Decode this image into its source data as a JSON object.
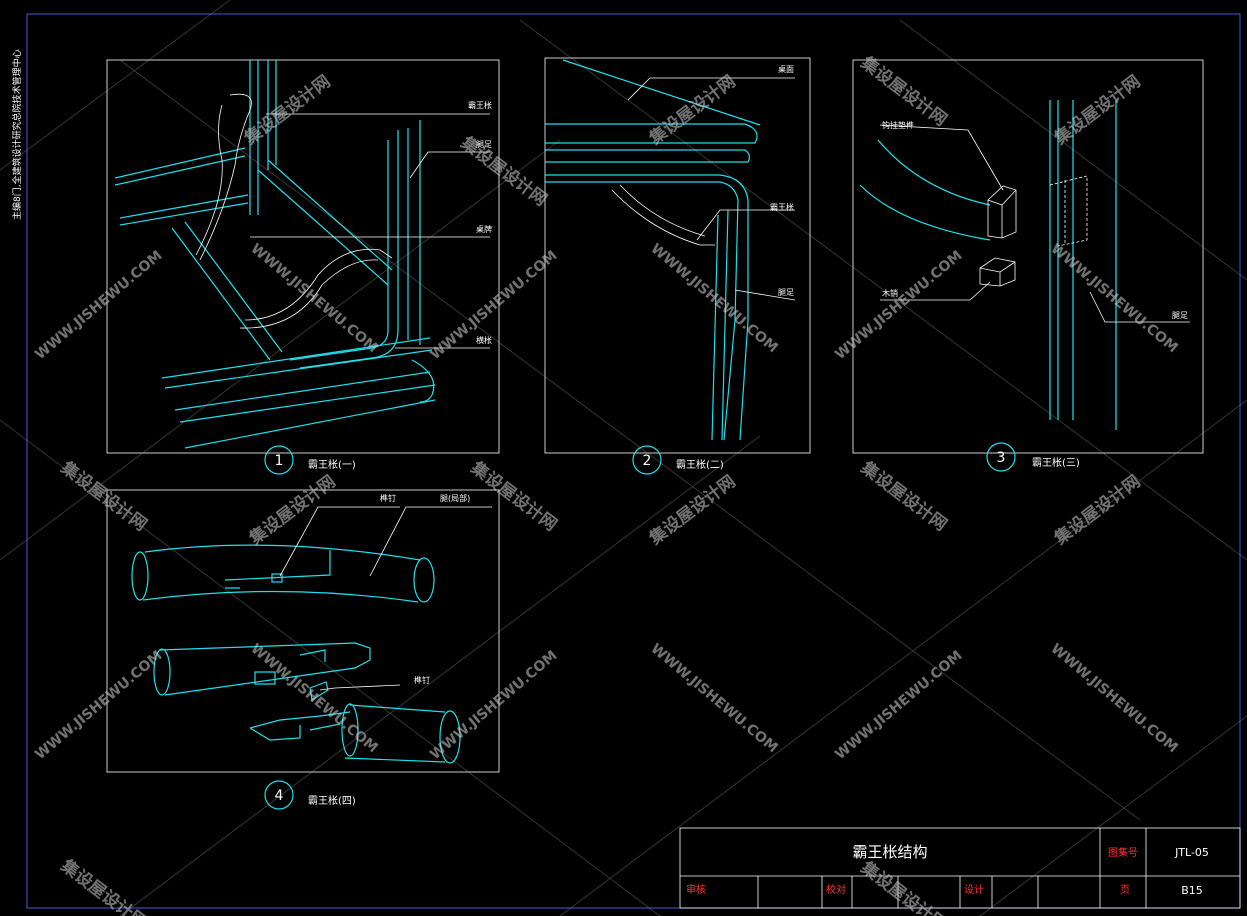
{
  "sheet": {
    "side_note": "主编8门,全建筑设计研究总院技术管理中心",
    "watermark_cn": "集设屋设计网",
    "watermark_en": "WWW.JISHEWU.COM"
  },
  "views": [
    {
      "number": "1",
      "caption": "霸王枨(一)",
      "labels": [
        "霸王枨",
        "腿足",
        "桌牌",
        "横枨"
      ]
    },
    {
      "number": "2",
      "caption": "霸王枨(二)",
      "labels": [
        "桌面",
        "霸王枨",
        "腿足"
      ]
    },
    {
      "number": "3",
      "caption": "霸王枨(三)",
      "labels": [
        "钩挂垫榫",
        "木销",
        "腿足"
      ]
    },
    {
      "number": "4",
      "caption": "霸王枨(四)",
      "labels": [
        "榫钉",
        "腿(局部)",
        "榫钉"
      ]
    }
  ],
  "title_block": {
    "title": "霸王枨结构",
    "drawing_no_label": "图集号",
    "drawing_no": "JTL-05",
    "review_label": "审核",
    "check_label": "校对",
    "design_label": "设计",
    "page_label": "页",
    "page": "B15"
  }
}
